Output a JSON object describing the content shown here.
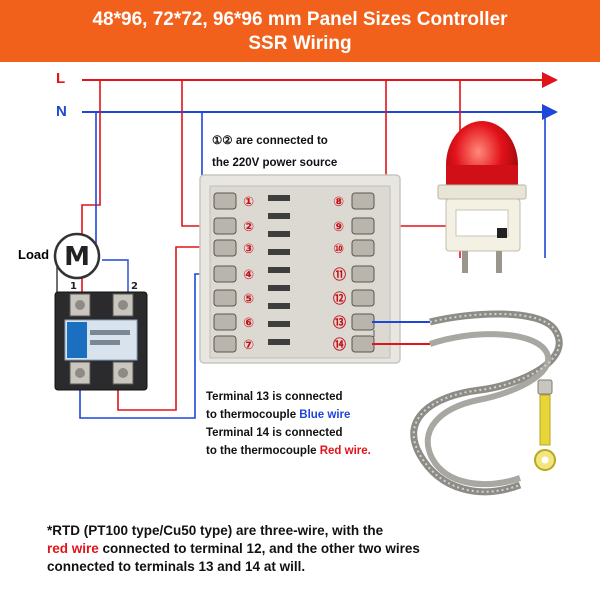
{
  "banner": {
    "line1": "48*96, 72*72, 96*96 mm Panel Sizes Controller",
    "line2": "SSR Wiring"
  },
  "power": {
    "line_label": "L",
    "neutral_label": "N"
  },
  "motor": {
    "load_label": "Load",
    "symbol": "M",
    "ssr_pin1": "1",
    "ssr_pin2": "2"
  },
  "notes": {
    "power_note_a": "①② are connected to",
    "power_note_b": "the 220V power source",
    "t13_a": "Terminal 13 is connected",
    "t13_b_pre": "to thermocouple ",
    "t13_b_hl": "Blue wire",
    "t14_a": "Terminal 14 is connected",
    "t14_b_pre": "to the thermocouple ",
    "t14_b_hl": "Red wire.",
    "rtd_a": "*RTD (PT100 type/Cu50 type) are three-wire, with the",
    "rtd_b_hl": "red wire",
    "rtd_b_post": " connected to terminal 12, and the other two wires",
    "rtd_c": "connected to terminals 13 and 14 at will."
  },
  "terminals": {
    "left": [
      "①",
      "②",
      "③",
      "④",
      "⑤",
      "⑥",
      "⑦"
    ],
    "right": [
      "⑧",
      "⑨",
      "⑩",
      "⑪",
      "⑫",
      "⑬",
      "⑭"
    ]
  },
  "colors": {
    "banner": "#f2611c",
    "live": "#e0141a",
    "neutral": "#1e46d8",
    "alarm_lamp": "#e3121a"
  },
  "icons": [
    "motor-icon",
    "ssr-relay-icon",
    "alarm-lamp-icon",
    "thermocouple-icon"
  ]
}
